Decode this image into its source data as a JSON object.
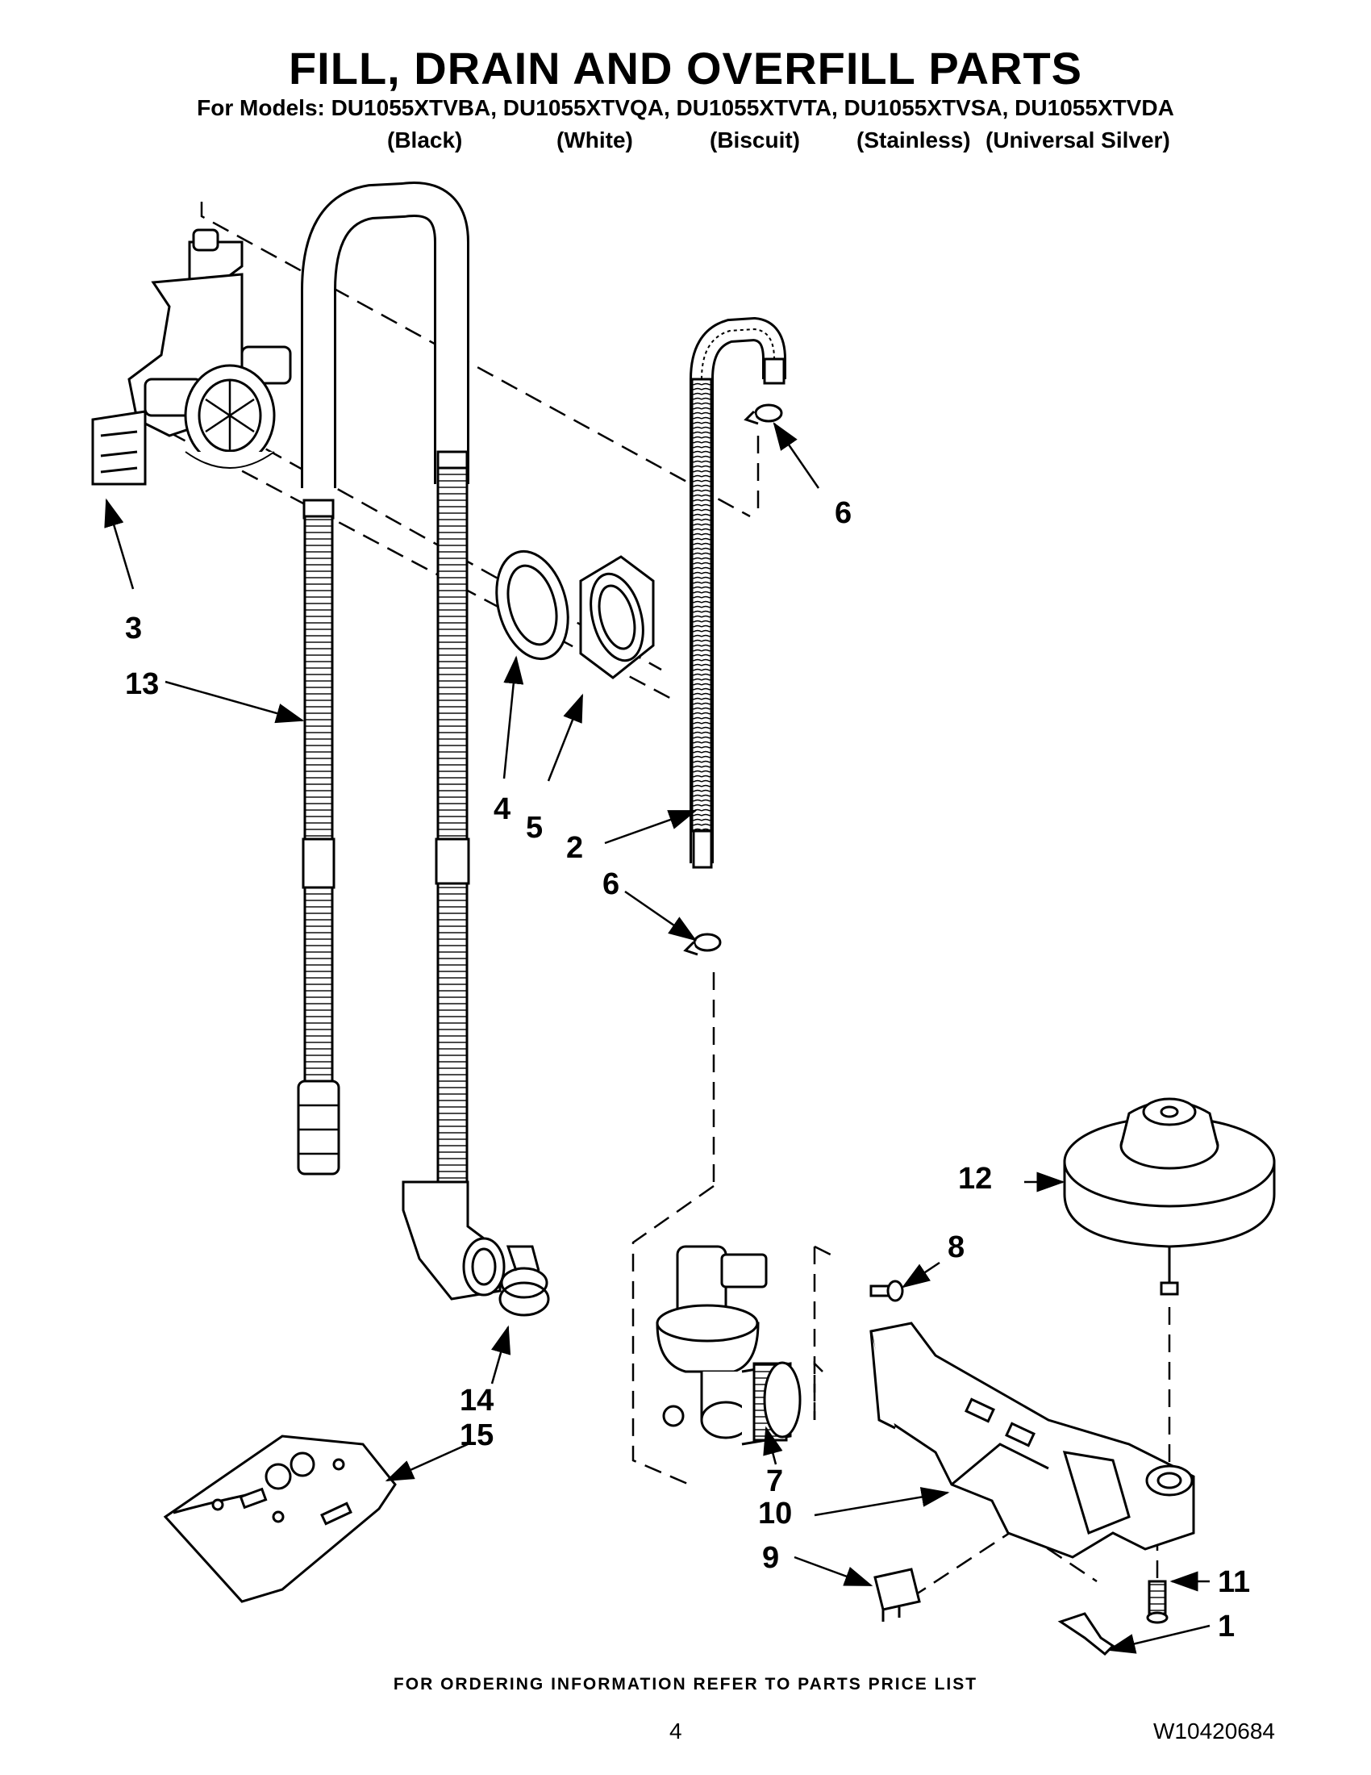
{
  "header": {
    "title": "FILL, DRAIN AND OVERFILL PARTS",
    "models_line": "For Models: DU1055XTVBA, DU1055XTVQA, DU1055XTVTA, DU1055XTVSA, DU1055XTVDA",
    "colors": [
      "(Black)",
      "(White)",
      "(Biscuit)",
      "(Stainless)",
      "(Universal Silver)"
    ]
  },
  "callouts": {
    "c1": "1",
    "c2": "2",
    "c3": "3",
    "c4": "4",
    "c5": "5",
    "c6a": "6",
    "c6b": "6",
    "c7": "7",
    "c8": "8",
    "c9": "9",
    "c10": "10",
    "c11": "11",
    "c12": "12",
    "c13": "13",
    "c14": "14",
    "c15": "15"
  },
  "footer": {
    "note": "FOR ORDERING INFORMATION REFER TO PARTS PRICE LIST",
    "page_number": "4",
    "doc_number": "W10420684"
  }
}
